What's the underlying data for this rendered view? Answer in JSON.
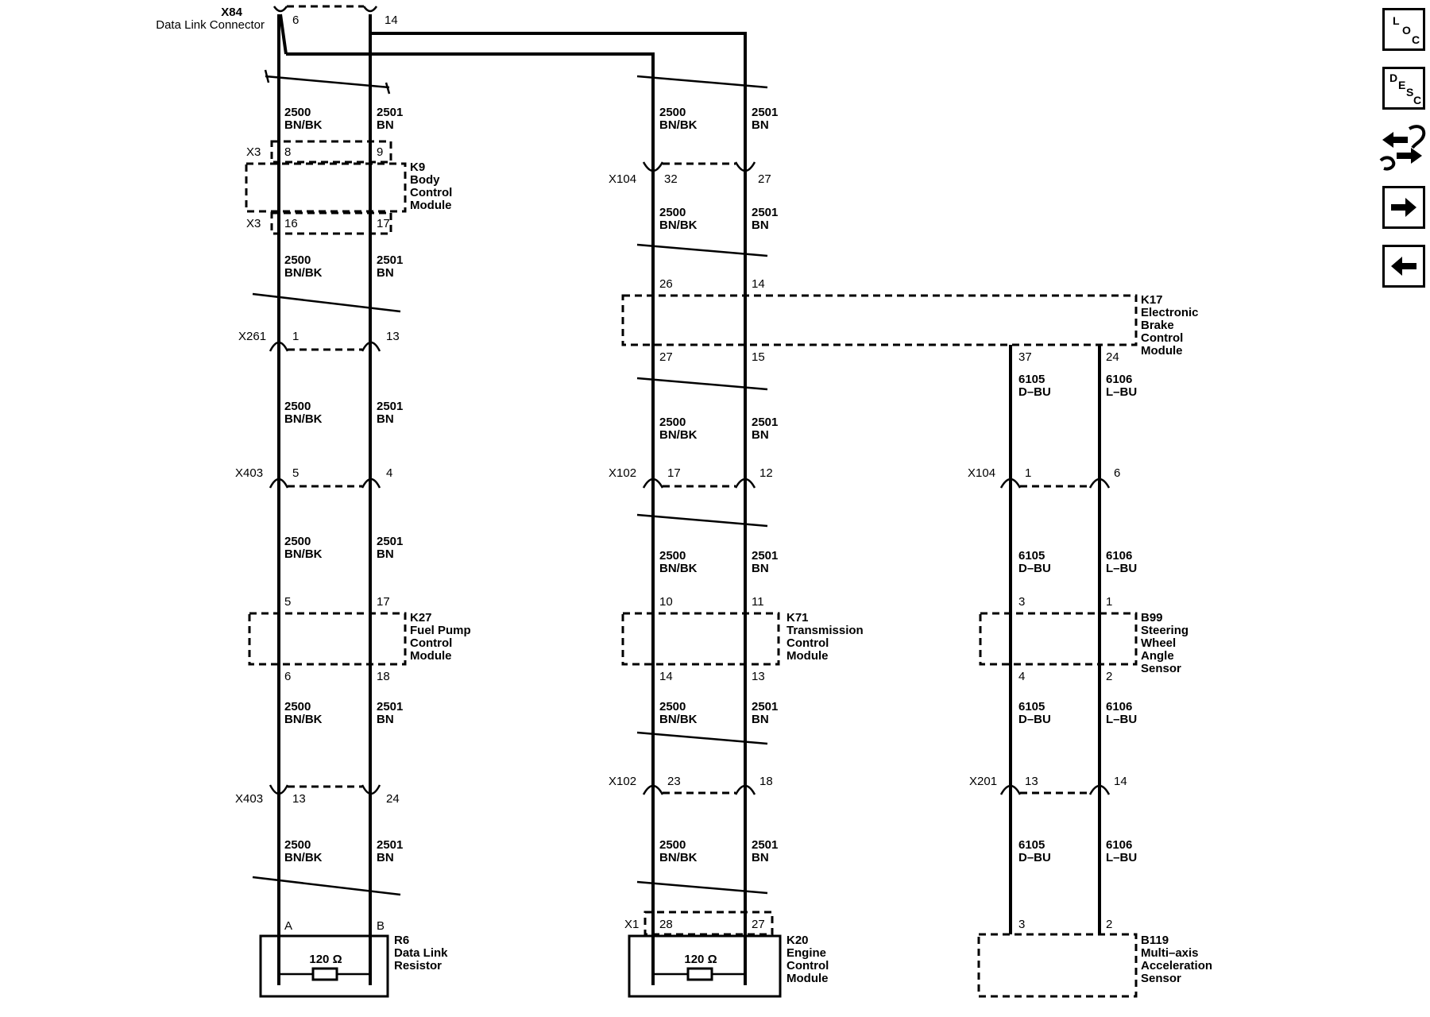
{
  "dlc": {
    "ref": "X84",
    "name": "Data Link Connector",
    "pin_a": "6",
    "pin_b": "14"
  },
  "circuit": {
    "c2500": "2500",
    "c2501": "2501",
    "c6105": "6105",
    "c6106": "6106",
    "bnbk": "BN/BK",
    "bn": "BN",
    "dbu": "D–BU",
    "lbu": "L–BU"
  },
  "connectors": {
    "x3": "X3",
    "x261": "X261",
    "x403": "X403",
    "x104": "X104",
    "x102": "X102",
    "x201": "X201",
    "x1": "X1"
  },
  "pins": {
    "p1": "1",
    "p2": "2",
    "p3": "3",
    "p4": "4",
    "p5": "5",
    "p6": "6",
    "p8": "8",
    "p9": "9",
    "p10": "10",
    "p11": "11",
    "p12": "12",
    "p13": "13",
    "p14": "14",
    "p15": "15",
    "p16": "16",
    "p17": "17",
    "p18": "18",
    "p23": "23",
    "p24": "24",
    "p26": "26",
    "p27": "27",
    "p28": "28",
    "p32": "32",
    "p37": "37",
    "pA": "A",
    "pB": "B"
  },
  "modules": {
    "k9": {
      "ref": "K9",
      "l1": "Body",
      "l2": "Control",
      "l3": "Module"
    },
    "k17": {
      "ref": "K17",
      "l1": "Electronic",
      "l2": "Brake",
      "l3": "Control",
      "l4": "Module"
    },
    "k27": {
      "ref": "K27",
      "l1": "Fuel Pump",
      "l2": "Control",
      "l3": "Module"
    },
    "k71": {
      "ref": "K71",
      "l1": "Transmission",
      "l2": "Control",
      "l3": "Module"
    },
    "b99": {
      "ref": "B99",
      "l1": "Steering",
      "l2": "Wheel",
      "l3": "Angle",
      "l4": "Sensor"
    },
    "r6": {
      "ref": "R6",
      "l1": "Data Link",
      "l2": "Resistor",
      "value": "120 Ω"
    },
    "k20": {
      "ref": "K20",
      "l1": "Engine",
      "l2": "Control",
      "l3": "Module",
      "value": "120 Ω"
    },
    "b119": {
      "ref": "B119",
      "l1": "Multi–axis",
      "l2": "Acceleration",
      "l3": "Sensor"
    }
  },
  "nav": {
    "loc": {
      "a": "L",
      "b": "O",
      "c": "C"
    },
    "desc": {
      "a": "D",
      "b": "E",
      "c": "S",
      "d": "C"
    }
  }
}
